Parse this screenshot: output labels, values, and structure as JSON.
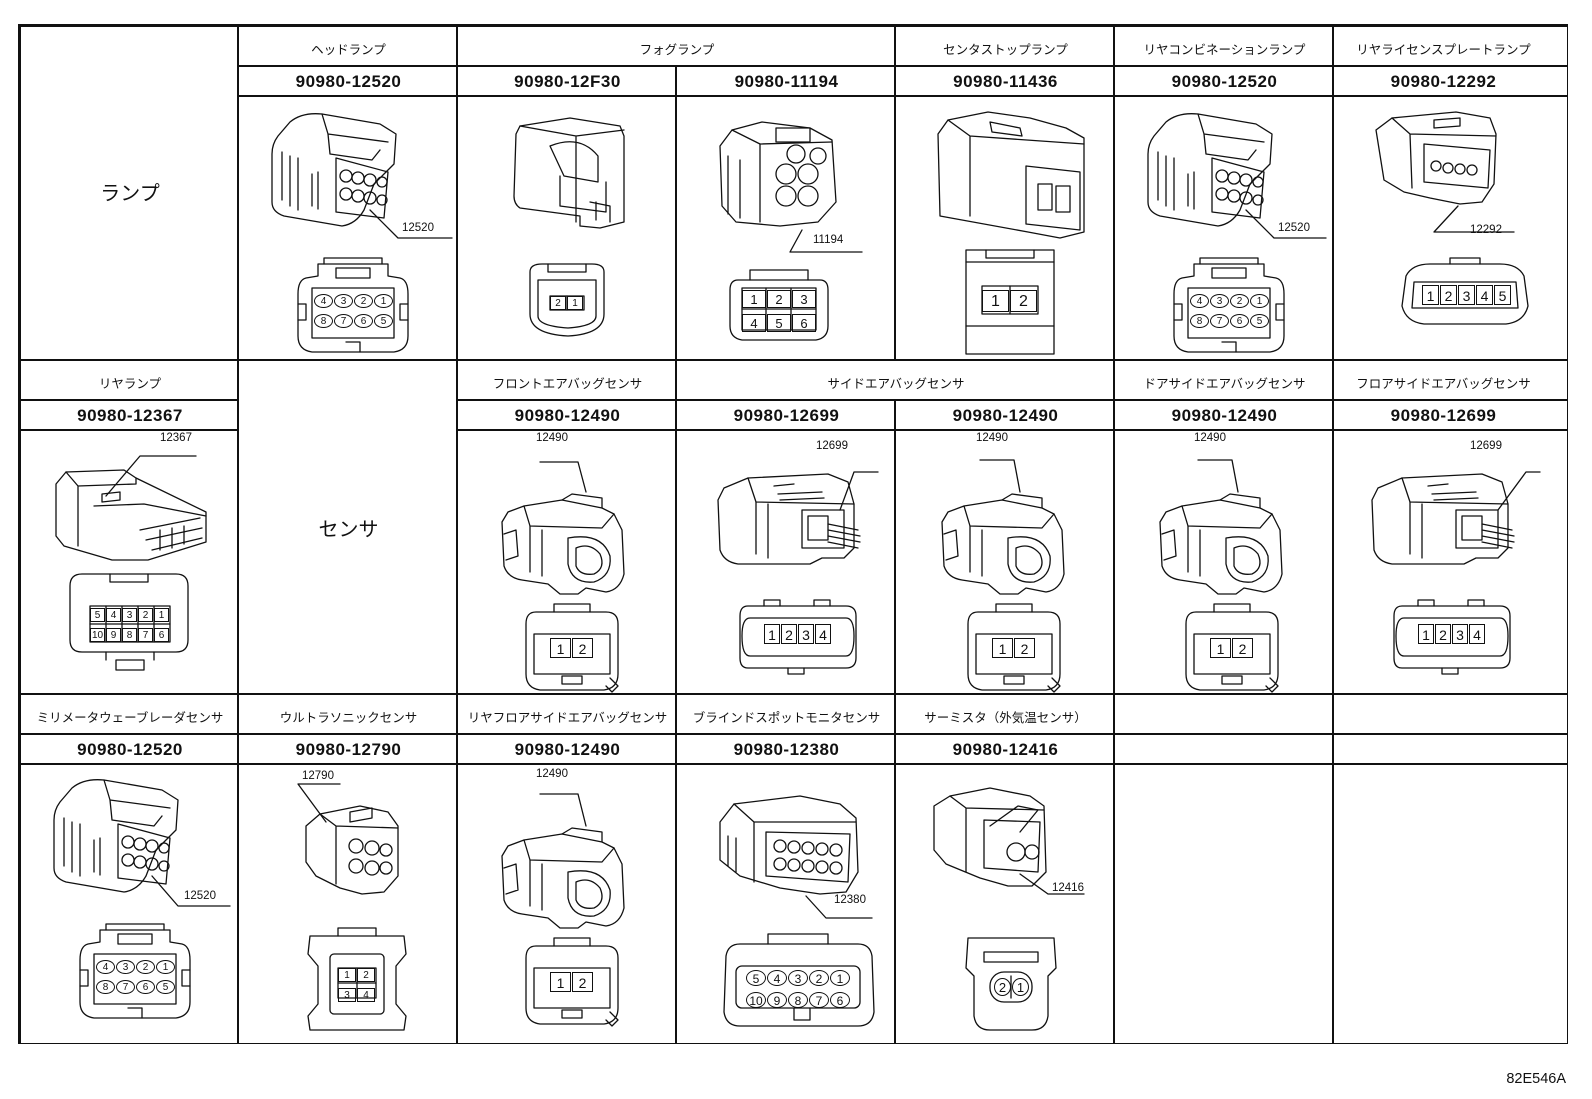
{
  "categories": {
    "lamp": "ランプ",
    "sensor": "センサ"
  },
  "lamps": {
    "headlamp": {
      "name": "ヘッドランプ",
      "parts": [
        "90980-12520"
      ],
      "leaders": [
        "12520"
      ]
    },
    "foglamp": {
      "name": "フォグランプ",
      "parts": [
        "90980-12F30",
        "90980-11194"
      ],
      "leaders": [
        "",
        "11194"
      ],
      "pins": [
        [
          "2",
          "1"
        ],
        [
          "1",
          "2",
          "3",
          "4",
          "5",
          "6"
        ]
      ]
    },
    "center_stop": {
      "name": "センタストップランプ",
      "parts": [
        "90980-11436"
      ],
      "pins": [
        "1",
        "2"
      ]
    },
    "rear_combination": {
      "name": "リヤコンビネーションランプ",
      "parts": [
        "90980-12520"
      ],
      "leaders": [
        "12520"
      ]
    },
    "license_plate": {
      "name": "リヤライセンスプレートランプ",
      "parts": [
        "90980-12292"
      ],
      "leaders": [
        "12292"
      ],
      "pins": [
        "1",
        "2",
        "3",
        "4",
        "5"
      ]
    },
    "rear_lamp": {
      "name": "リヤランプ",
      "parts": [
        "90980-12367"
      ],
      "leaders": [
        "12367"
      ],
      "pins": [
        "5",
        "4",
        "3",
        "2",
        "1",
        "10",
        "9",
        "8",
        "7",
        "6"
      ]
    }
  },
  "sensors": {
    "front_airbag": {
      "name": "フロントエアバッグセンサ",
      "parts": [
        "90980-12490"
      ],
      "leaders": [
        "12490"
      ]
    },
    "side_airbag": {
      "name": "サイドエアバッグセンサ",
      "parts": [
        "90980-12699",
        "90980-12490"
      ],
      "leaders": [
        "12699",
        "12490"
      ]
    },
    "door_side_airbag": {
      "name": "ドアサイドエアバッグセンサ",
      "parts": [
        "90980-12490"
      ],
      "leaders": [
        "12490"
      ]
    },
    "floor_side_airbag": {
      "name": "フロアサイドエアバッグセンサ",
      "parts": [
        "90980-12699"
      ],
      "leaders": [
        "12699"
      ]
    },
    "millimeter_wave": {
      "name": "ミリメータウェーブレーダセンサ",
      "parts": [
        "90980-12520"
      ],
      "leaders": [
        "12520"
      ]
    },
    "ultrasonic": {
      "name": "ウルトラソニックセンサ",
      "parts": [
        "90980-12790"
      ],
      "leaders": [
        "12790"
      ]
    },
    "rear_floor_side_airbag": {
      "name": "リヤフロアサイドエアバッグセンサ",
      "parts": [
        "90980-12490"
      ],
      "leaders": [
        "12490"
      ]
    },
    "blind_spot": {
      "name": "ブラインドスポットモニタセンサ",
      "parts": [
        "90980-12380"
      ],
      "leaders": [
        "12380"
      ]
    },
    "thermistor": {
      "name": "サーミスタ（外気温センサ）",
      "parts": [
        "90980-12416"
      ],
      "leaders": [
        "12416"
      ],
      "pins": [
        "2",
        "1"
      ]
    }
  },
  "pin_sets": {
    "two": [
      "1",
      "2"
    ],
    "four": [
      "1",
      "2",
      "3",
      "4"
    ],
    "eight": [
      "4",
      "3",
      "2",
      "1",
      "8",
      "7",
      "6",
      "5"
    ],
    "ten": [
      "5",
      "4",
      "3",
      "2",
      "1",
      "10",
      "9",
      "8",
      "7",
      "6"
    ]
  },
  "figure_code": "82E546A"
}
